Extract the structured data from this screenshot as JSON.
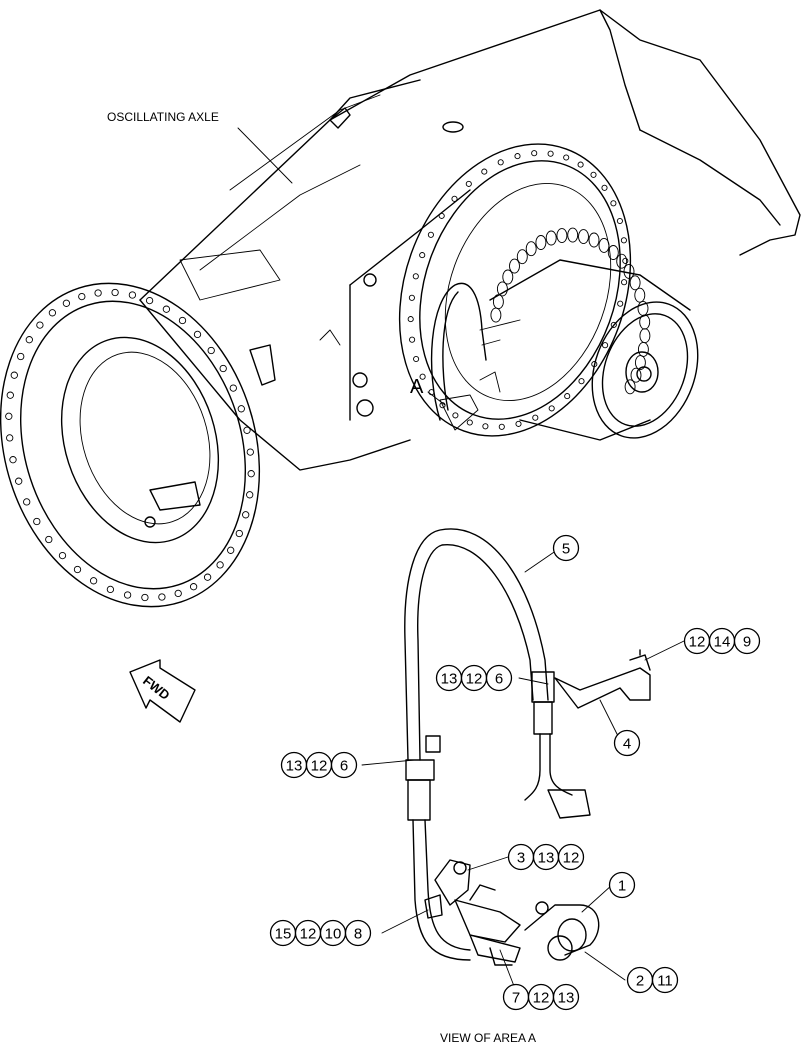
{
  "labels": {
    "axle": "OSCILLATING AXLE",
    "area_marker": "A",
    "fwd": "FWD",
    "view_caption": "VIEW OF AREA A"
  },
  "callout_groups": [
    {
      "id": "grp-5",
      "items": [
        "5"
      ]
    },
    {
      "id": "grp-12-14-9",
      "items": [
        "12",
        "14",
        "9"
      ]
    },
    {
      "id": "grp-13-12-6-upper",
      "items": [
        "13",
        "12",
        "6"
      ]
    },
    {
      "id": "grp-4",
      "items": [
        "4"
      ]
    },
    {
      "id": "grp-13-12-6-lower",
      "items": [
        "13",
        "12",
        "6"
      ]
    },
    {
      "id": "grp-3-13-12",
      "items": [
        "3",
        "13",
        "12"
      ]
    },
    {
      "id": "grp-1",
      "items": [
        "1"
      ]
    },
    {
      "id": "grp-15-12-10-8",
      "items": [
        "15",
        "12",
        "10",
        "8"
      ]
    },
    {
      "id": "grp-2-11",
      "items": [
        "2",
        "11"
      ]
    },
    {
      "id": "grp-7-12-13",
      "items": [
        "7",
        "12",
        "13"
      ]
    }
  ]
}
